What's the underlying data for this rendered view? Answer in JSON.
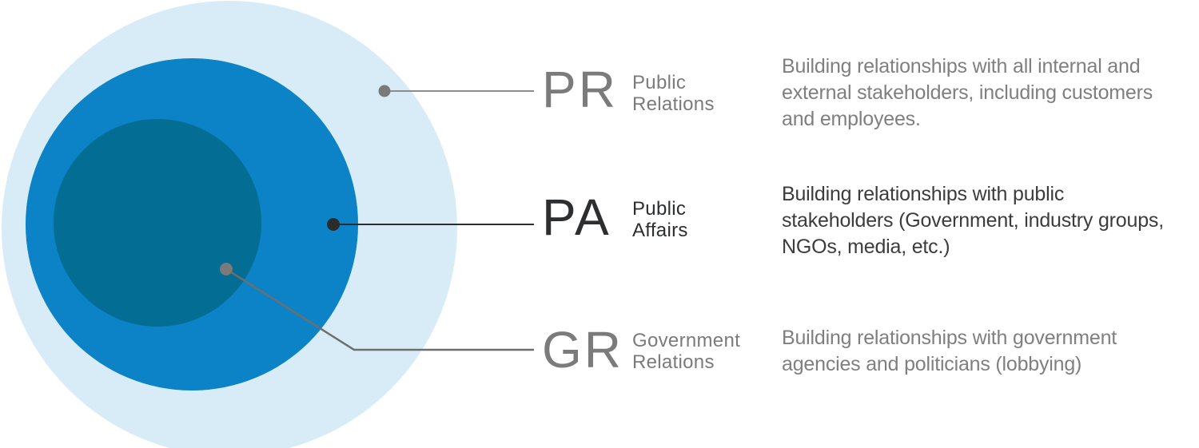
{
  "diagram": {
    "type": "nested-circles",
    "items": [
      {
        "id": "pr",
        "abbr": "PR",
        "name": "Public\nRelations",
        "description": "Building relationships with all internal and\nexternal stakeholders, including customers\nand employees.",
        "circle_color": "#d8ecf7",
        "marker_color": "#7a7a7a",
        "line_color": "#8c8c8c",
        "text_color": "#7b7b7b"
      },
      {
        "id": "pa",
        "abbr": "PA",
        "name": "Public\nAffairs",
        "description": "Building relationships with public\nstakeholders (Government, industry groups,\nNGOs, media, etc.)",
        "circle_color": "#0b83c6",
        "marker_color": "#2b2b2b",
        "line_color": "#2e2e2e",
        "text_color": "#2c2e30"
      },
      {
        "id": "gr",
        "abbr": "GR",
        "name": "Government\nRelations",
        "description": "Building relationships with government\nagencies and politicians (lobbying)",
        "circle_color": "#046d94",
        "marker_color": "#7a7a7a",
        "line_color": "#6e6e6e",
        "text_color": "#7b7b7b"
      }
    ]
  }
}
